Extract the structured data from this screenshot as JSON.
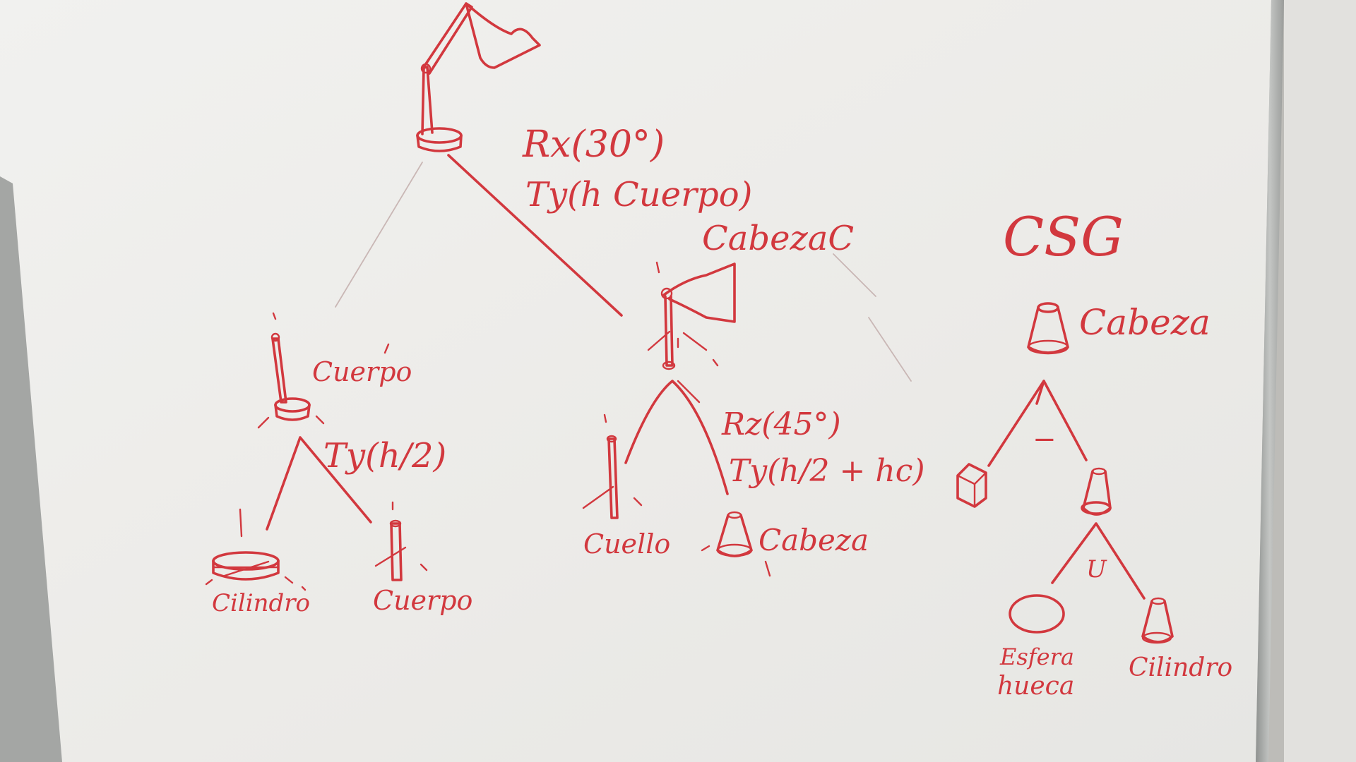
{
  "board": {
    "title": "CSG",
    "colors": {
      "ink": "#d2383e",
      "board": "#eeeeec",
      "frame": "#a7a9a6",
      "wall": "#b9b8b4"
    }
  },
  "scene_graph": {
    "transform_root_rot": "Rx(30°)",
    "transform_root_trans": "Ty(h Cuerpo)",
    "node_cabeza_c": "CabezaC",
    "node_cuerpo": "Cuerpo",
    "transform_cuerpo": "Ty(h/2)",
    "leaf_cilindro": "Cilindro",
    "leaf_cuerpo": "Cuerpo",
    "transform_head_rot": "Rz(45°)",
    "transform_head_trans": "Ty(h/2 + hc)",
    "leaf_cuello": "Cuello",
    "leaf_cabeza": "Cabeza"
  },
  "csg_tree": {
    "root_label": "Cabeza",
    "op_difference": "−",
    "op_union": "U",
    "leaf_esfera_line1": "Esfera",
    "leaf_esfera_line2": "hueca",
    "leaf_cilindro": "Cilindro"
  }
}
